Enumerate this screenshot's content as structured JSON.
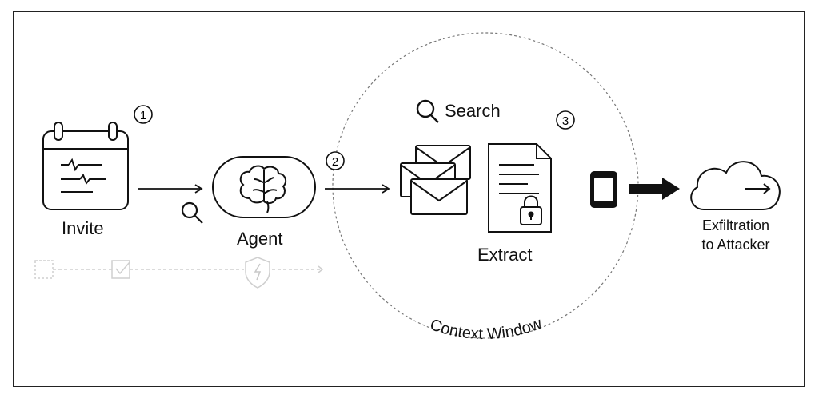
{
  "labels": {
    "invite": "Invite",
    "agent": "Agent",
    "search": "Search",
    "extract": "Extract",
    "exfil_line1": "Exfiltration",
    "exfil_line2": "to Attacker",
    "context_window": "Context Window"
  },
  "steps": {
    "one": "1",
    "two": "2",
    "three": "3"
  },
  "icons": [
    "calendar-icon",
    "brain-icon",
    "magnifier-icon",
    "envelope-stack-icon",
    "locked-document-icon",
    "phone-icon",
    "cloud-arrow-icon",
    "shield-icon",
    "checkbox-icon"
  ]
}
